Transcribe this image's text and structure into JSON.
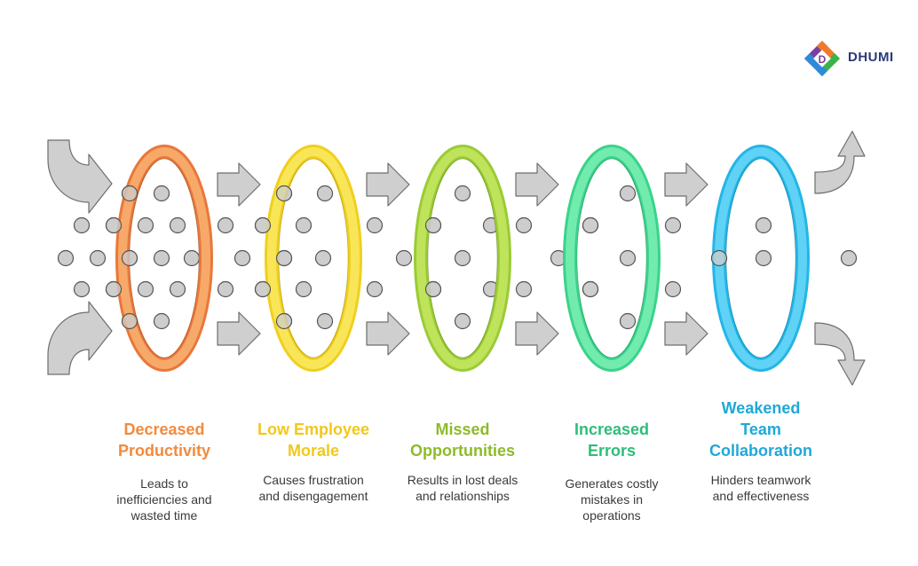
{
  "brand": {
    "name": "DHUMI",
    "logo_letter": "D"
  },
  "colors": {
    "arrow_fill": "#cfcfcf",
    "arrow_stroke": "#6e6e6e",
    "dot_fill": "#cdcdcd",
    "dot_stroke": "#555555"
  },
  "stages": [
    {
      "title": "Decreased Productivity",
      "title_lines": [
        "Decreased",
        "Productivity"
      ],
      "description_lines": [
        "Leads to",
        "inefficiencies and",
        "wasted time"
      ],
      "color": "#f28a3c",
      "ring_fill": "#f7a96a",
      "ring_dark": "#e8783a"
    },
    {
      "title": "Low Employee Morale",
      "title_lines": [
        "Low Employee",
        "Morale"
      ],
      "description_lines": [
        "Causes frustration",
        "and disengagement"
      ],
      "color": "#f2c81a",
      "ring_fill": "#f9e658",
      "ring_dark": "#f0cf1e"
    },
    {
      "title": "Missed Opportunities",
      "title_lines": [
        "Missed",
        "Opportunities"
      ],
      "description_lines": [
        "Results in lost deals",
        "and relationships"
      ],
      "color": "#8dbb2a",
      "ring_fill": "#bfe35a",
      "ring_dark": "#9bcb36"
    },
    {
      "title": "Increased Errors",
      "title_lines": [
        "Increased",
        "Errors"
      ],
      "description_lines": [
        "Generates costly",
        "mistakes in",
        "operations"
      ],
      "color": "#2ebd7a",
      "ring_fill": "#72ebaf",
      "ring_dark": "#3ad38a"
    },
    {
      "title": "Weakened Team Collaboration",
      "title_lines": [
        "Weakened",
        "Team",
        "Collaboration"
      ],
      "description_lines": [
        "Hinders teamwork",
        "and effectiveness"
      ],
      "color": "#1fa8d8",
      "ring_fill": "#5fd2f5",
      "ring_dark": "#23b6e6"
    }
  ]
}
